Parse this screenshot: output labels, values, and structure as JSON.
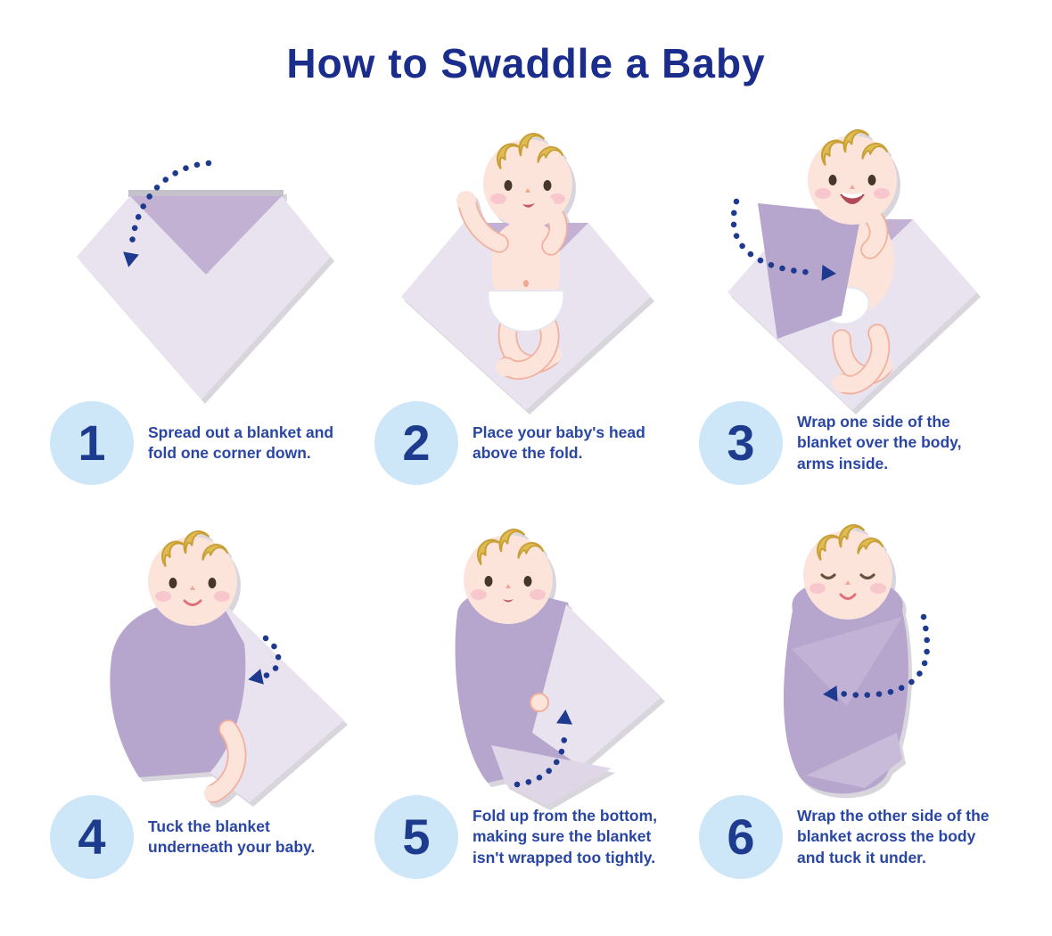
{
  "title": {
    "text": "How to Swaddle a Baby"
  },
  "steps": [
    {
      "number": "1",
      "caption": "Spread out a blanket and fold one corner down.",
      "alt": "blanket diamond with top corner folded down, dotted arrow showing fold"
    },
    {
      "number": "2",
      "caption": "Place your baby's head above the fold.",
      "alt": "baby in diaper lying on blanket, head above the folded corner"
    },
    {
      "number": "3",
      "caption": "Wrap one side of the blanket over the body, arms inside.",
      "alt": "one blanket side wrapped over baby's body, dotted arrow across"
    },
    {
      "number": "4",
      "caption": "Tuck the blanket underneath your baby.",
      "alt": "blanket tucked under baby, small dotted arrow pointing left"
    },
    {
      "number": "5",
      "caption": "Fold up from the bottom, making sure the blanket isn't wrapped too tightly.",
      "alt": "bottom of blanket folded up, dotted arrow curving upward"
    },
    {
      "number": "6",
      "caption": "Wrap the other side of the blanket across the body and tuck it under.",
      "alt": "fully swaddled sleeping baby, dotted arrow wrapping around"
    }
  ],
  "palette": {
    "background": "#FFFFFF",
    "title_text": "#1B2D8C",
    "caption_text": "#2A46A4",
    "step_number": "#1D3C8E",
    "number_circle": "#CDE6F8",
    "blanket_light": "#E9E2EF",
    "blanket_fold": "#C3B1D3",
    "blanket_wrap": "#B6A6CE",
    "arrow": "#1E3A8F",
    "baby_skin": "#FCE4DB",
    "baby_hair": "#DFBC52"
  },
  "icons": [
    "fold-arrow-icon",
    "wrap-arrow-icon",
    "tuck-arrow-icon",
    "foldup-arrow-icon",
    "wrap-around-arrow-icon"
  ]
}
